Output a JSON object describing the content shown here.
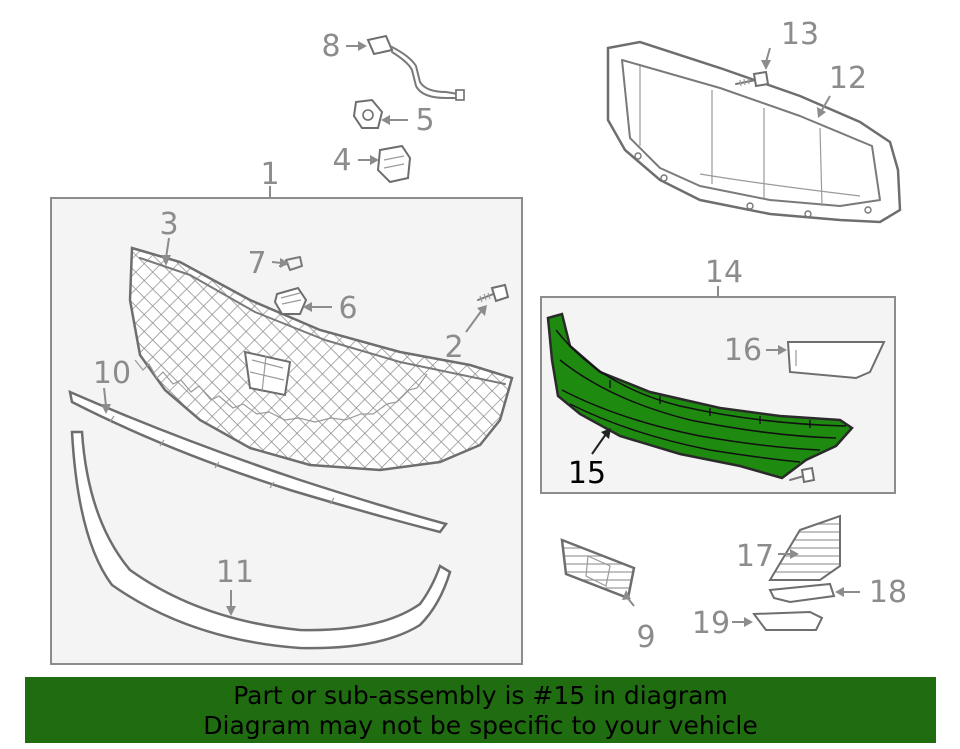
{
  "callouts": {
    "c1": "1",
    "c2": "2",
    "c3": "3",
    "c4": "4",
    "c5": "5",
    "c6": "6",
    "c7": "7",
    "c8": "8",
    "c9": "9",
    "c10": "10",
    "c11": "11",
    "c12": "12",
    "c13": "13",
    "c14": "14",
    "c15": "15",
    "c16": "16",
    "c17": "17",
    "c18": "18",
    "c19": "19"
  },
  "highlight": {
    "part_number": "15",
    "color": "#1f8a10"
  },
  "banner": {
    "line1": "Part or sub-assembly is #15 in diagram",
    "line2": "Diagram may not be specific to your vehicle",
    "background": "#1f6d10"
  }
}
